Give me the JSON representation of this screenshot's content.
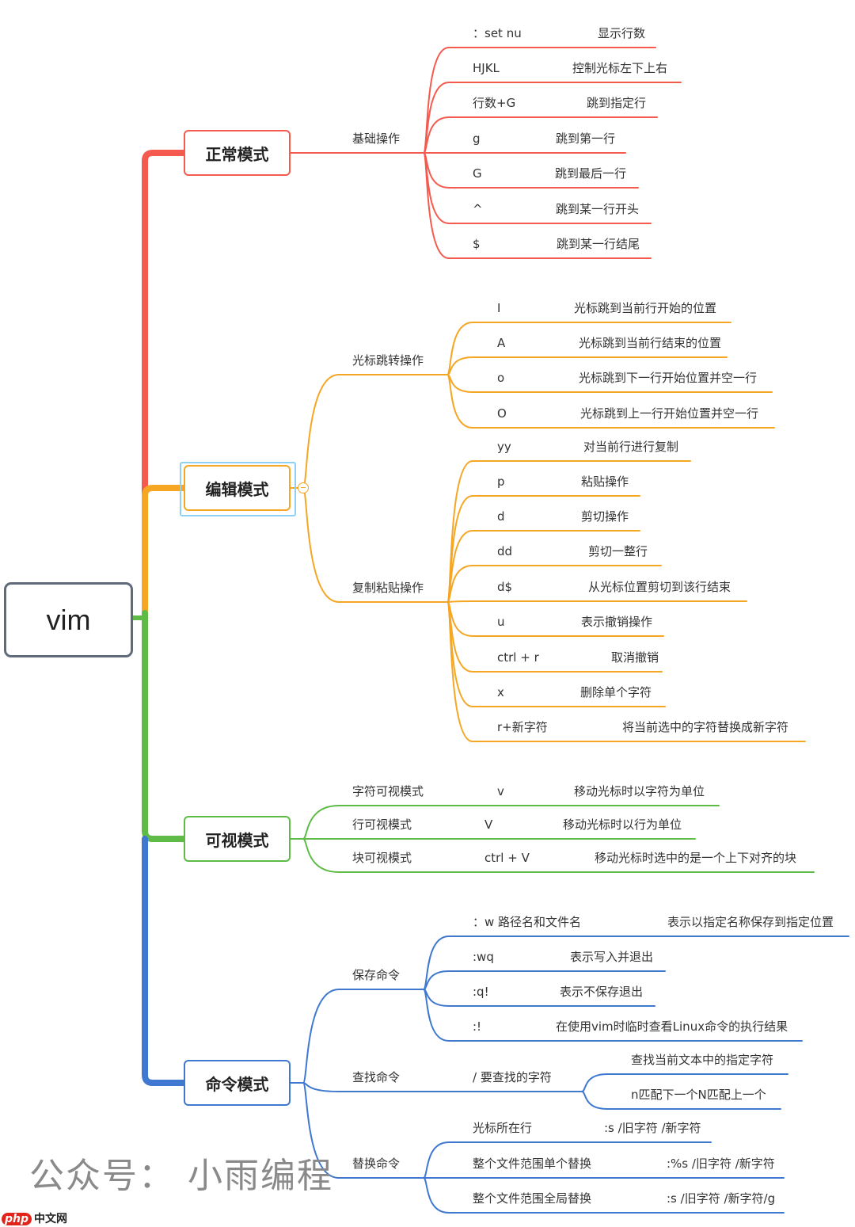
{
  "root": {
    "label": "vim",
    "color": "#5f6b7a"
  },
  "categories": [
    {
      "label": "正常模式",
      "color": "#f55a4e",
      "branches": [
        {
          "label": "基础操作",
          "leaves": [
            {
              "key": "：set nu",
              "desc": "显示行数"
            },
            {
              "key": "HJKL",
              "desc": "控制光标左下上右"
            },
            {
              "key": "行数+G",
              "desc": "跳到指定行"
            },
            {
              "key": "g",
              "desc": "跳到第一行"
            },
            {
              "key": "G",
              "desc": "跳到最后一行"
            },
            {
              "key": "^",
              "desc": "跳到某一行开头"
            },
            {
              "key": "$",
              "desc": "跳到某一行结尾"
            }
          ]
        }
      ]
    },
    {
      "label": "编辑模式",
      "color": "#f5a623",
      "branches": [
        {
          "label": "光标跳转操作",
          "leaves": [
            {
              "key": "I",
              "desc": "光标跳到当前行开始的位置"
            },
            {
              "key": "A",
              "desc": "光标跳到当前行结束的位置"
            },
            {
              "key": "o",
              "desc": "光标跳到下一行开始位置并空一行"
            },
            {
              "key": "O",
              "desc": "光标跳到上一行开始位置并空一行"
            }
          ]
        },
        {
          "label": "复制粘贴操作",
          "leaves": [
            {
              "key": "yy",
              "desc": "对当前行进行复制"
            },
            {
              "key": "p",
              "desc": "粘贴操作"
            },
            {
              "key": "d",
              "desc": "剪切操作"
            },
            {
              "key": "dd",
              "desc": "剪切一整行"
            },
            {
              "key": "d$",
              "desc": "从光标位置剪切到该行结束"
            },
            {
              "key": "u",
              "desc": "表示撤销操作"
            },
            {
              "key": "ctrl + r",
              "desc": "取消撤销"
            },
            {
              "key": "x",
              "desc": "删除单个字符"
            },
            {
              "key": "r+新字符",
              "desc": "将当前选中的字符替换成新字符"
            }
          ]
        }
      ]
    },
    {
      "label": "可视模式",
      "color": "#5dbb46",
      "branches": [
        {
          "label": "字符可视模式",
          "key": "v",
          "desc": "移动光标时以字符为单位",
          "leaves": []
        },
        {
          "label": "行可视模式",
          "key": "V",
          "desc": "移动光标时以行为单位",
          "leaves": []
        },
        {
          "label": "块可视模式",
          "key": "ctrl + V",
          "desc": "移动光标时选中的是一个上下对齐的块",
          "leaves": []
        }
      ]
    },
    {
      "label": "命令模式",
      "color": "#3f78d0",
      "branches": [
        {
          "label": "保存命令",
          "leaves": [
            {
              "key": "：w  路径名和文件名",
              "desc": "表示以指定名称保存到指定位置"
            },
            {
              "key": ":wq",
              "desc": "表示写入并退出"
            },
            {
              "key": ":q!",
              "desc": "表示不保存退出"
            },
            {
              "key": ":!",
              "desc": "在使用vim时临时查看Linux命令的执行结果"
            }
          ]
        },
        {
          "label": "查找命令",
          "key": "/ 要查找的字符",
          "leaves": [
            {
              "desc": "查找当前文本中的指定字符"
            },
            {
              "desc": "n匹配下一个N匹配上一个"
            }
          ]
        },
        {
          "label": "替换命令",
          "leaves": [
            {
              "key": "光标所在行",
              "desc": ":s /旧字符 /新字符"
            },
            {
              "key": "整个文件范围单个替换",
              "desc": ":%s /旧字符 /新字符"
            },
            {
              "key": "整个文件范围全局替换",
              "desc": ":s /旧字符 /新字符/g"
            }
          ]
        }
      ]
    }
  ],
  "watermark": "公众号： 小雨编程",
  "logo": {
    "php": "php",
    "cn": "中文网"
  }
}
